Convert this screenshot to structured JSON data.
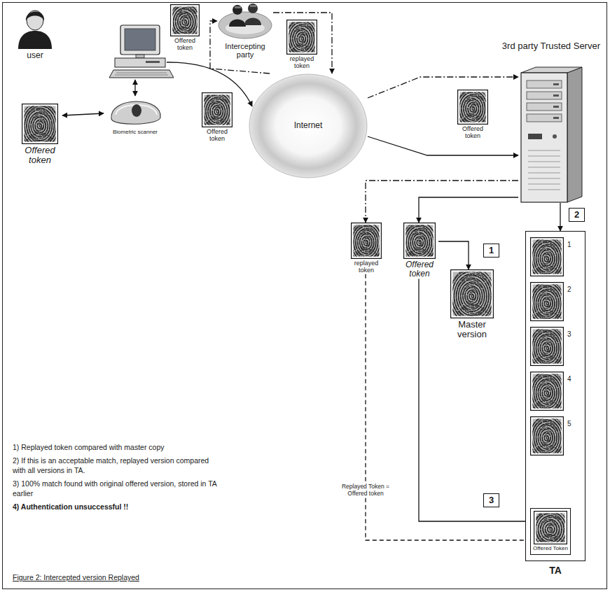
{
  "diagram": {
    "caption": "Figure 2: Intercepted version Replayed",
    "nodes": [
      {
        "text": [
          "user"
        ]
      },
      {
        "text": [
          "Offered token"
        ]
      },
      {
        "text": [
          "Biometric scanner"
        ]
      },
      {
        "text": [
          "Offered token"
        ]
      },
      {
        "text": [
          "Offered token"
        ]
      },
      {
        "text": [
          "Intercepting party"
        ]
      },
      {
        "text": [
          "replayed token"
        ]
      },
      {
        "text": [
          "Internet"
        ]
      },
      {
        "text": [
          "3rd party Trusted Server"
        ]
      },
      {
        "text": [
          "Offered token"
        ]
      },
      {
        "text": [
          "replayed token"
        ]
      },
      {
        "text": [
          "Offered token"
        ]
      },
      {
        "text": [
          "Master version"
        ]
      },
      {
        "text": [
          "TA"
        ]
      },
      {
        "text": [
          "1"
        ],
        "in": 13
      },
      {
        "text": [
          "2"
        ],
        "in": 13
      },
      {
        "text": [
          "3"
        ],
        "in": 13
      },
      {
        "text": [
          "4"
        ],
        "in": 13
      },
      {
        "text": [
          "5"
        ],
        "in": 13
      },
      {
        "text": [
          "Offered Token"
        ],
        "in": 13
      },
      {
        "text": [
          "1"
        ]
      },
      {
        "text": [
          "2"
        ]
      },
      {
        "text": [
          "3"
        ]
      }
    ],
    "edges": [
      {
        "from": 1,
        "to": 2,
        "arrow": "both"
      },
      {
        "from": 7,
        "to": 5,
        "arrow": "to"
      },
      {
        "from": 5,
        "to": 7,
        "arrow": "to"
      },
      {
        "from": 7,
        "to": 8,
        "arrow": "to"
      },
      {
        "from": 7,
        "to": 8,
        "arrow": "to"
      },
      {
        "from": 8,
        "to": 11,
        "arrow": "to"
      },
      {
        "from": 8,
        "to": 10,
        "arrow": "to"
      },
      {
        "from": 8,
        "to": 13,
        "arrow": "to"
      },
      {
        "from": 11,
        "to": 12,
        "arrow": "to"
      },
      {
        "from": 11,
        "to": 19,
        "arrow": "to"
      },
      {
        "from": 10,
        "to": 19,
        "arrow": "to",
        "label": "Replayed Token = Offered token"
      }
    ],
    "labels": [
      "1) Replayed token compared with master copy",
      "2) If this is an acceptable match, replayed version compared with all versions in TA.",
      "3) 100% match found with original offered version, stored in TA earlier",
      "4) Authentication unsuccessful !!"
    ]
  }
}
